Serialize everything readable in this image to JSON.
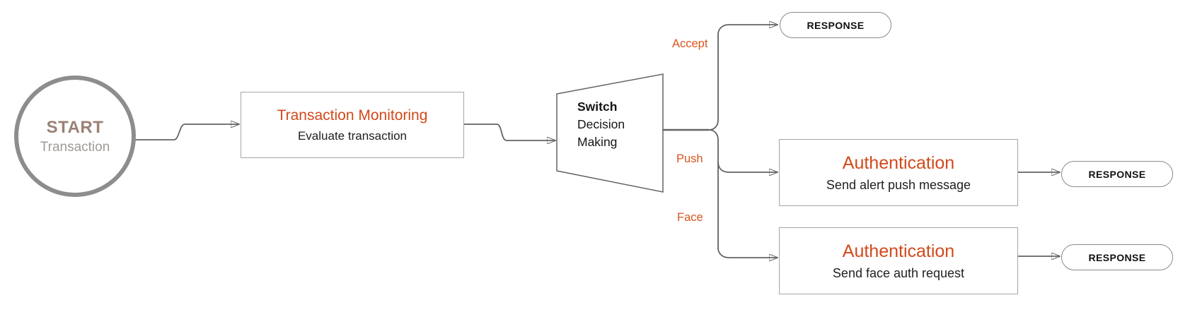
{
  "diagram": {
    "start": {
      "title": "START",
      "subtitle": "Transaction"
    },
    "monitoring": {
      "title": "Transaction Monitoring",
      "subtitle": "Evaluate transaction"
    },
    "switch": {
      "line1": "Switch",
      "line2": "Decision",
      "line3": "Making"
    },
    "branches": {
      "accept": "Accept",
      "push": "Push",
      "face": "Face"
    },
    "auth_push": {
      "title": "Authentication",
      "subtitle": "Send alert push message"
    },
    "auth_face": {
      "title": "Authentication",
      "subtitle": "Send face auth request"
    },
    "responses": {
      "top": "RESPONSE",
      "middle": "RESPONSE",
      "bottom": "RESPONSE"
    }
  },
  "colors": {
    "accent_orange": "#d2491b",
    "branch_label_orange": "#d9551e",
    "start_title_brown": "#9a8176",
    "start_subtitle_gray": "#a39a94",
    "connector_gray": "#636363",
    "shape_border_gray": "#a0a0a0",
    "circle_border_gray": "#8d8d8d"
  }
}
